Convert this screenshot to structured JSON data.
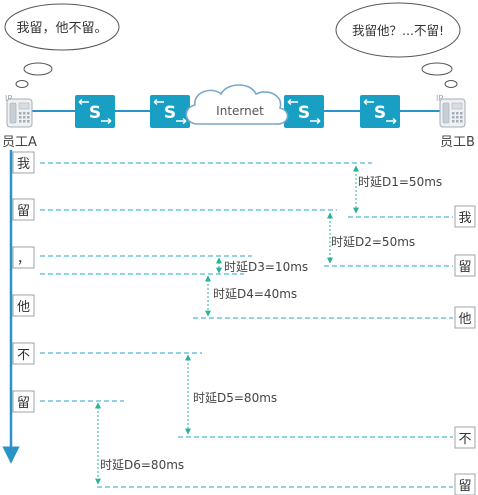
{
  "speech": {
    "left": "我留，他不留。",
    "right": "我留他？...不留!"
  },
  "network": {
    "internet_label": "Internet",
    "phone_badge": "IP",
    "employee_a": "员工A",
    "employee_b": "员工B"
  },
  "sent_chars": [
    "我",
    "留",
    "，",
    "他",
    "不",
    "留"
  ],
  "received_chars": [
    "我",
    "留",
    "他",
    "不",
    "留"
  ],
  "delays": [
    {
      "label": "时延D1=50ms"
    },
    {
      "label": "时延D2=50ms"
    },
    {
      "label": "时延D3=10ms"
    },
    {
      "label": "时延D4=40ms"
    },
    {
      "label": "时延D5=80ms"
    },
    {
      "label": "时延D6=80ms"
    }
  ],
  "colors": {
    "switch_fill": "#1a9fc4",
    "timeline": "#2a94c8",
    "dashed": "#2aa3c8",
    "arrow": "#2ab39b",
    "text": "#444444",
    "bubble_stroke": "#555555",
    "cloud_stroke": "#7aa8c8"
  }
}
